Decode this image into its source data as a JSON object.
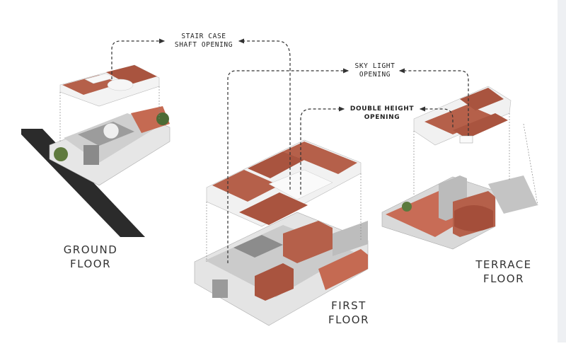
{
  "callouts": {
    "stair_case": [
      "STAIR CASE",
      "SHAFT OPENING"
    ],
    "sky_light": [
      "SKY LIGHT",
      "OPENING"
    ],
    "double_height": [
      "DOUBLE HEIGHT",
      "OPENING"
    ]
  },
  "floors": {
    "ground": [
      "GROUND",
      "FLOOR"
    ],
    "first": [
      "FIRST",
      "FLOOR"
    ],
    "terrace": [
      "TERRACE",
      "FLOOR"
    ]
  },
  "colors": {
    "terracotta": "#b5604a",
    "terracotta_dark": "#8d3f2e",
    "slab": "#f1f1f1",
    "wall": "#dcdcdc",
    "road": "#2b2b2b",
    "leader": "#333333"
  }
}
